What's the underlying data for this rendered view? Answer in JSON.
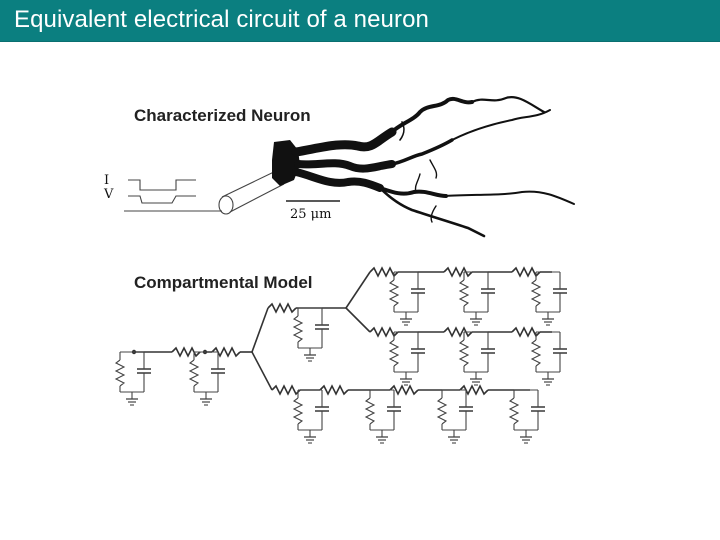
{
  "slide": {
    "title": "Equivalent electrical circuit of a neuron"
  },
  "figure": {
    "neuron_label": "Characterized Neuron",
    "model_label": "Compartmental Model",
    "current_label": "I",
    "voltage_label": "V",
    "scale_label": "25  μm"
  }
}
